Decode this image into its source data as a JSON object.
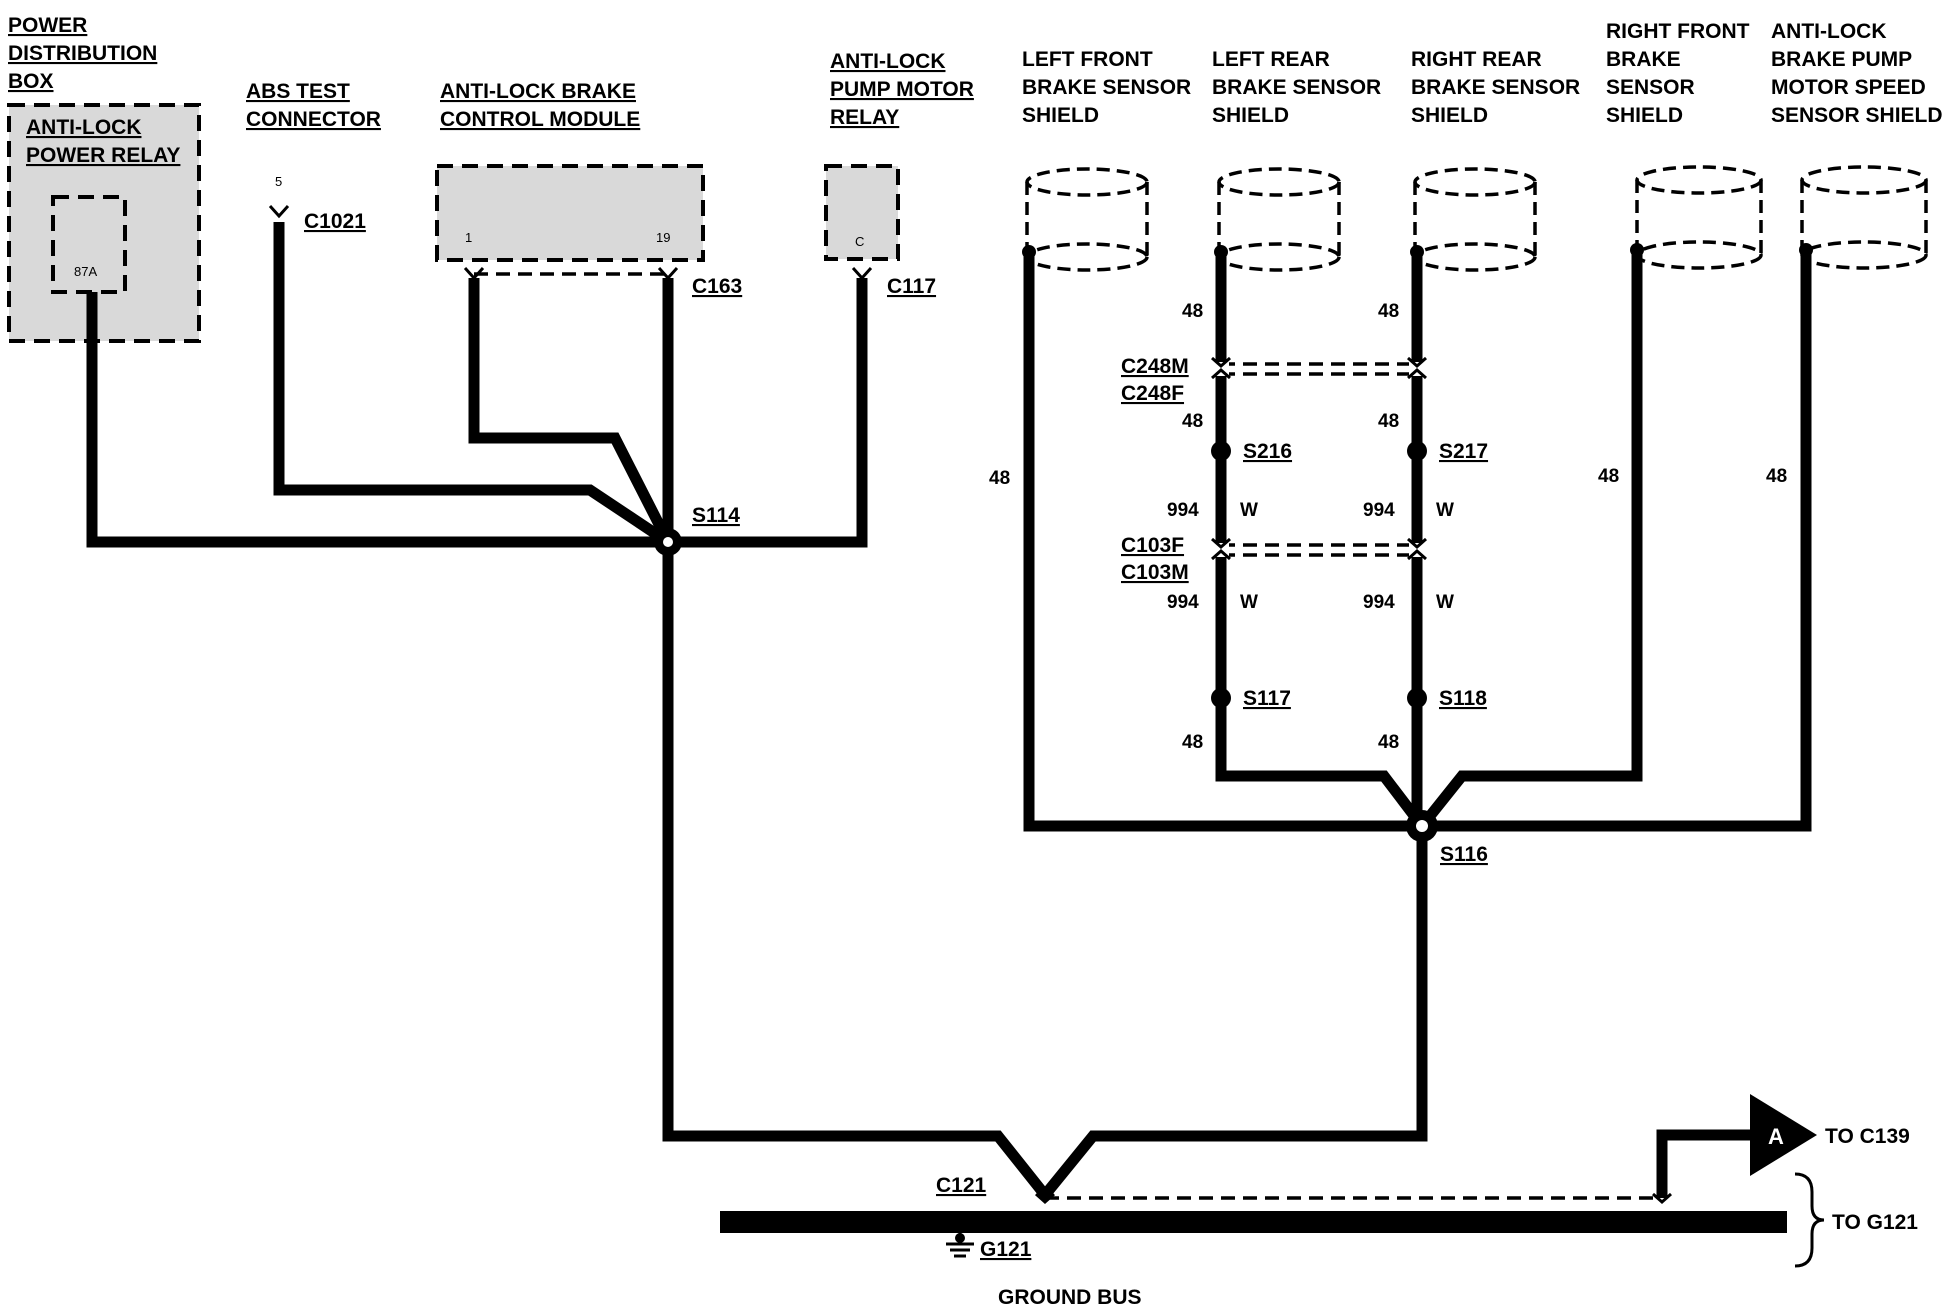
{
  "components": {
    "pdb_title": [
      "POWER",
      "DISTRIBUTION",
      "BOX"
    ],
    "power_relay": [
      "ANTI-LOCK",
      "POWER RELAY"
    ],
    "power_relay_pin": "87A",
    "abs_test": [
      "ABS TEST",
      "CONNECTOR"
    ],
    "abs_test_pin": "5",
    "abs_test_connector": "C1021",
    "module": [
      "ANTI-LOCK BRAKE",
      "CONTROL MODULE"
    ],
    "module_pin_left": "1",
    "module_pin_right": "19",
    "module_connector": "C163",
    "pump_relay": [
      "ANTI-LOCK",
      "PUMP MOTOR",
      "RELAY"
    ],
    "pump_relay_pin": "C",
    "pump_relay_connector": "C117"
  },
  "shields": {
    "lf": [
      "LEFT FRONT",
      "BRAKE SENSOR",
      "SHIELD"
    ],
    "lr": [
      "LEFT REAR",
      "BRAKE SENSOR",
      "SHIELD"
    ],
    "rr": [
      "RIGHT REAR",
      "BRAKE SENSOR",
      "SHIELD"
    ],
    "rf": [
      "RIGHT FRONT",
      "BRAKE",
      "SENSOR",
      "SHIELD"
    ],
    "pump": [
      "ANTI-LOCK",
      "BRAKE PUMP",
      "MOTOR SPEED",
      "SENSOR SHIELD"
    ]
  },
  "splices": {
    "s114": "S114",
    "s116": "S116",
    "s216": "S216",
    "s217": "S217",
    "s117": "S117",
    "s118": "S118"
  },
  "connectors": {
    "c248m": "C248M",
    "c248f": "C248F",
    "c103f": "C103F",
    "c103m": "C103M",
    "c121": "C121",
    "g121": "G121"
  },
  "circuits": {
    "c48": "48",
    "c994": "994",
    "w": "W"
  },
  "bus": {
    "ground_bus": "GROUND BUS",
    "arrow_letter": "A",
    "to_c139": "TO C139",
    "to_g121": "TO G121"
  }
}
